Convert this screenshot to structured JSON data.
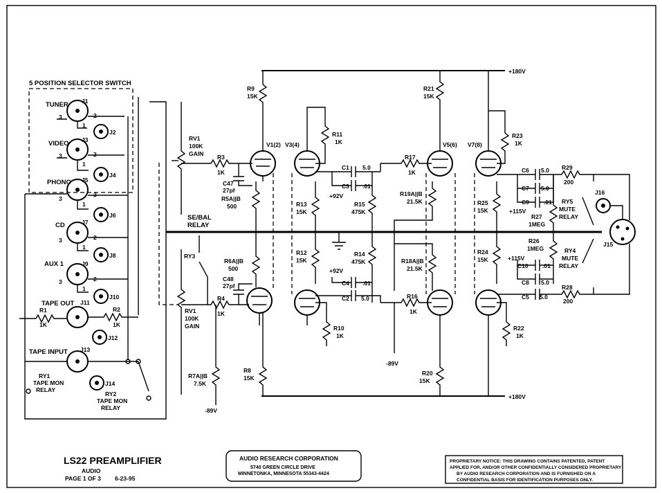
{
  "selector": {
    "title": "5 POSITION SELECTOR SWITCH",
    "inputs": [
      {
        "label": "TUNER",
        "jack": "J1",
        "aux_jack": "J2"
      },
      {
        "label": "VIDEO",
        "jack": "J3",
        "aux_jack": "J4"
      },
      {
        "label": "PHONO",
        "jack": "J5",
        "aux_jack": "J6"
      },
      {
        "label": "CD",
        "jack": "J7",
        "aux_jack": "J8"
      },
      {
        "label": "AUX 1",
        "jack": "J9",
        "aux_jack": "J10"
      }
    ],
    "pin_labels": [
      "1",
      "2",
      "3"
    ]
  },
  "tape": {
    "out_label": "TAPE OUT",
    "out_jack": "J11",
    "out_aux": "J12",
    "in_label": "TAPE INPUT",
    "in_jack": "J13",
    "in_aux": "J14",
    "r1": "R1",
    "r1_val": "1K",
    "r2": "R2",
    "r2_val": "1K",
    "ry1": "RY1",
    "ry1_desc": "TAPE MON",
    "ry1_desc2": "RELAY",
    "ry2": "RY2",
    "ry2_desc": "TAPE MON",
    "ry2_desc2": "RELAY"
  },
  "supply": {
    "pos180_top": "+180V",
    "pos180_bot": "+180V",
    "neg89_a": "-89V",
    "neg89_b": "-89V",
    "pos92_a": "+92V",
    "pos92_b": "+92V",
    "pos115_a": "+115V",
    "pos115_b": "+115V"
  },
  "components": {
    "rv1_top": "RV1",
    "rv1_top_val": "100K",
    "rv1_top_val2": "GAIN",
    "rv1_bot": "RV1",
    "rv1_bot_val": "100K",
    "rv1_bot_val2": "GAIN",
    "r3": "R3",
    "r3_val": "1K",
    "r4": "R4",
    "r4_val": "1K",
    "c47": "C47",
    "c47_val": "27pf",
    "c48": "C48",
    "c48_val": "27pf",
    "r5": "R5A||B",
    "r5_val": "500",
    "r6": "R6A||B",
    "r6_val": "500",
    "r7": "R7A||B",
    "r7_val": "7.5K",
    "r8": "R8",
    "r8_val": "15K",
    "r9": "R9",
    "r9_val": "15K",
    "r10": "R10",
    "r10_val": "1K",
    "r11": "R11",
    "r11_val": "1K",
    "r12": "R12",
    "r12_val": "15K",
    "r13": "R13",
    "r13_val": "15K",
    "r14": "R14",
    "r14_val": "475K",
    "r15": "R15",
    "r15_val": "475K",
    "r16": "R16",
    "r16_val": "1K",
    "r17": "R17",
    "r17_val": "1K",
    "r18": "R18A||B",
    "r18_val": "21.5K",
    "r19": "R19A||B",
    "r19_val": "21.5K",
    "r20": "R20",
    "r20_val": "15K",
    "r21": "R21",
    "r21_val": "15K",
    "r22": "R22",
    "r22_val": "1K",
    "r23": "R23",
    "r23_val": "1K",
    "r24": "R24",
    "r24_val": "15K",
    "r25": "R25",
    "r25_val": "15K",
    "r26": "R26",
    "r26_val": "1MEG",
    "r27": "R27",
    "r27_val": "1MEG",
    "r28": "R28",
    "r28_val": "200",
    "r29": "R29",
    "r29_val": "200",
    "c1": "C1",
    "c1_val": "5.0",
    "c2": "C2",
    "c2_val": "5.0",
    "c3": "C3",
    "c3_val": ".01",
    "c4": "C4",
    "c4_val": ".01",
    "c5": "C5",
    "c5_val": "5.0",
    "c6": "C6",
    "c6_val": "5.0",
    "c7": "C7",
    "c7_val": "5.0",
    "c8": "C8",
    "c8_val": "5.0",
    "c9": "C9",
    "c9_val": ".01",
    "c10": "C10",
    "c10_val": ".01",
    "ry3": "RY3",
    "ry4": "RY4",
    "ry4_desc": "MUTE",
    "ry4_desc2": "RELAY",
    "ry5": "RY5",
    "ry5_desc": "MUTE",
    "ry5_desc2": "RELAY",
    "se_bal": "SE/BAL",
    "se_bal2": "RELAY",
    "j15": "J15",
    "j16": "J16"
  },
  "tubes": {
    "v1": "V1(2)",
    "v3": "V3(4)",
    "v5": "V5(6)",
    "v7": "V7(8)"
  },
  "title_block": {
    "title": "LS22 PREAMPLIFIER",
    "subtitle": "AUDIO",
    "page": "PAGE 1 OF 3",
    "date": "6-23-95"
  },
  "company": {
    "name": "AUDIO RESEARCH CORPORATION",
    "address1": "5740 GREEN CIRCLE DRIVE",
    "address2": "MINNETONKA, MINNESOTA 55343-4424"
  },
  "notice": {
    "line1": "PROPRIETARY NOTICE:  THIS DRAWING CONTAINS PATENTED, PATENT",
    "line2": "APPLIED FOR, AND/OR OTHER CONFIDENTIALLY CONSIDERED PROPRIETARY",
    "line3": "BY AUDIO RESEARCH CORPORATION AND IS FURNISHED ON A",
    "line4": "CONFIDENTIAL BASIS FOR IDENTIFICATION PURPOSES ONLY."
  }
}
